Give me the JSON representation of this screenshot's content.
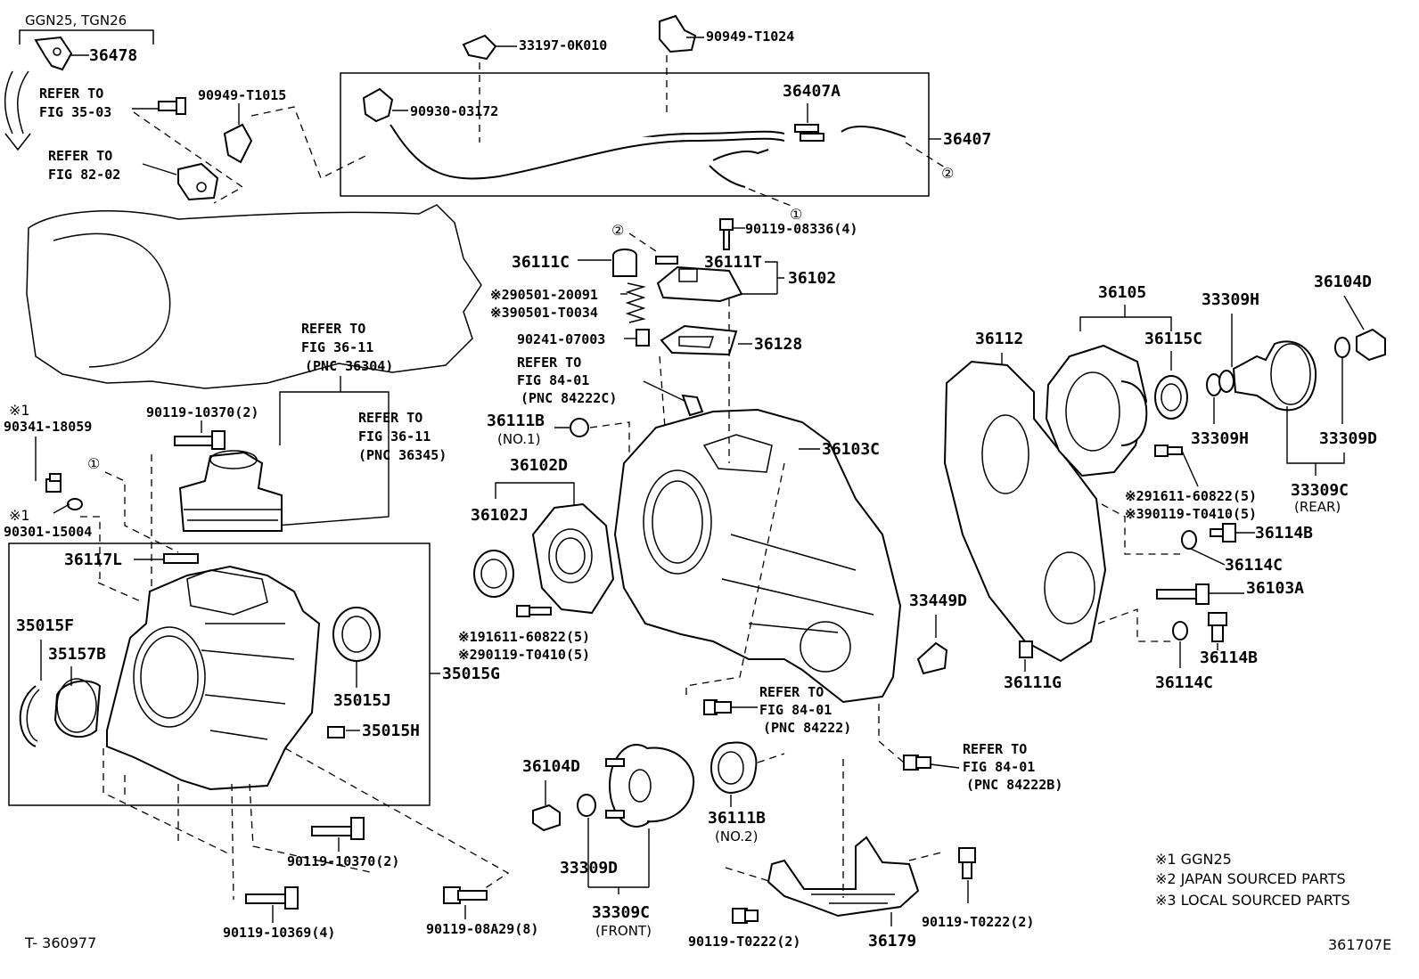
{
  "header": {
    "model_group": "GGN25, TGN26",
    "bracket_part": "36478"
  },
  "labels": {
    "p90949_T1015": "90949-T1015",
    "p33197_0K010": "33197-0K010",
    "p90949_T1024": "90949-T1024",
    "p90930_03172": "90930-03172",
    "p36407A": "36407A",
    "p36407": "36407",
    "p90119_08336": "90119-08336(4)",
    "p36111C": "36111C",
    "p36111T": "36111T",
    "p36102": "36102",
    "p290501_20091": "※290501-20091",
    "p390501_T0034": "※390501-T0034",
    "p90241_07003": "90241-07003",
    "p36128": "36128",
    "p36111B_top": "36111B",
    "no1": "(NO.1)",
    "p36102D": "36102D",
    "p36102J": "36102J",
    "p36103C": "36103C",
    "p191611_60822": "※191611-60822(5)",
    "p290119_T0410": "※290119-T0410(5)",
    "p36105": "36105",
    "p33309H_top": "33309H",
    "p36104D_right": "36104D",
    "p36112": "36112",
    "p36115C": "36115C",
    "p33309H_bot": "33309H",
    "p33309D_right": "33309D",
    "p291611_60822": "※291611-60822(5)",
    "p390119_T0410": "※390119-T0410(5)",
    "p33309C_rear": "33309C",
    "rear": "(REAR)",
    "p36114B_1": "36114B",
    "p36114C_1": "36114C",
    "p36103A": "36103A",
    "p36114B_2": "36114B",
    "p36114C_2": "36114C",
    "p36111G": "36111G",
    "p33449D": "33449D",
    "p90119_10370_top": "90119-10370(2)",
    "p90341_18059": "90341-18059",
    "p90301_15004": "90301-15004",
    "mark1_a": "※1",
    "mark1_b": "※1",
    "circle1_a": "①",
    "circle1_b": "①",
    "circle2_a": "②",
    "circle2_b": "②",
    "p36117L": "36117L",
    "p35015F": "35015F",
    "p35157B": "35157B",
    "p35015J": "35015J",
    "p35015G": "35015G",
    "p35015H": "35015H",
    "p90119_10370_bot": "90119-10370(2)",
    "p90119_10369": "90119-10369(4)",
    "p90119_08A29": "90119-08A29(8)",
    "p36104D_bot": "36104D",
    "p33309D_bot": "33309D",
    "p33309C_front": "33309C",
    "front": "(FRONT)",
    "p36111B_bot": "36111B",
    "no2": "(NO.2)",
    "p90119_T0222_left": "90119-T0222(2)",
    "p36179": "36179",
    "p90119_T0222_right": "90119-T0222(2)"
  },
  "refers": {
    "r35_03": [
      "REFER TO",
      "FIG 35-03"
    ],
    "r82_02": [
      "REFER TO",
      "FIG 82-02"
    ],
    "r36_11_a": [
      "REFER TO",
      "FIG 36-11",
      "(PNC 36304)"
    ],
    "r36_11_b": [
      "REFER TO",
      "FIG 36-11",
      "(PNC 36345)"
    ],
    "r84_01_a": [
      "REFER TO",
      "FIG 84-01",
      "(PNC 84222C)"
    ],
    "r84_01_b": [
      "REFER TO",
      "FIG 84-01",
      "(PNC 84222)"
    ],
    "r84_01_c": [
      "REFER TO",
      "FIG 84-01",
      "(PNC 84222B)"
    ]
  },
  "legend": [
    "※1 GGN25",
    "※2 JAPAN SOURCED PARTS",
    "※3 LOCAL SOURCED PARTS"
  ],
  "footer": {
    "left_code": "T- 360977",
    "right_code": "361707E"
  }
}
